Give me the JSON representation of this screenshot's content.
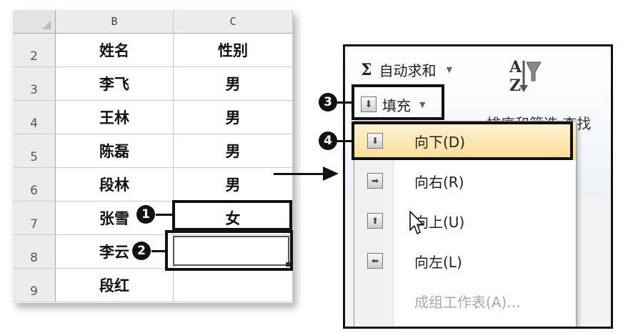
{
  "sheet": {
    "corner_label": "",
    "col_b_header": "B",
    "col_c_header": "C",
    "rows": [
      {
        "num": "2",
        "name": "姓名",
        "gender": "性别"
      },
      {
        "num": "3",
        "name": "李飞",
        "gender": "男"
      },
      {
        "num": "4",
        "name": "王林",
        "gender": "男"
      },
      {
        "num": "5",
        "name": "陈磊",
        "gender": "男"
      },
      {
        "num": "6",
        "name": "段林",
        "gender": "男"
      },
      {
        "num": "7",
        "name": "张雪",
        "gender": "女"
      },
      {
        "num": "8",
        "name": "李云",
        "gender": ""
      },
      {
        "num": "9",
        "name": "段红",
        "gender": ""
      }
    ]
  },
  "callouts": {
    "one": "1",
    "two": "2",
    "three": "3",
    "four": "4"
  },
  "ribbon": {
    "autosum_label": "自动求和",
    "sort_label": "排序和筛选",
    "find_label": "查找",
    "fill_label": "填充"
  },
  "menu": {
    "items": [
      {
        "label": "向下(D)",
        "icon": "arrow-down-icon",
        "highlighted": true,
        "enabled": true
      },
      {
        "label": "向右(R)",
        "icon": "arrow-right-icon",
        "highlighted": false,
        "enabled": true
      },
      {
        "label": "向上(U)",
        "icon": "arrow-up-icon",
        "highlighted": false,
        "enabled": true
      },
      {
        "label": "向左(L)",
        "icon": "arrow-left-icon",
        "highlighted": false,
        "enabled": true
      },
      {
        "label": "成组工作表(A)...",
        "icon": "",
        "highlighted": false,
        "enabled": false
      }
    ]
  },
  "colors": {
    "highlight": "#f8dd93",
    "callout": "#111111"
  }
}
